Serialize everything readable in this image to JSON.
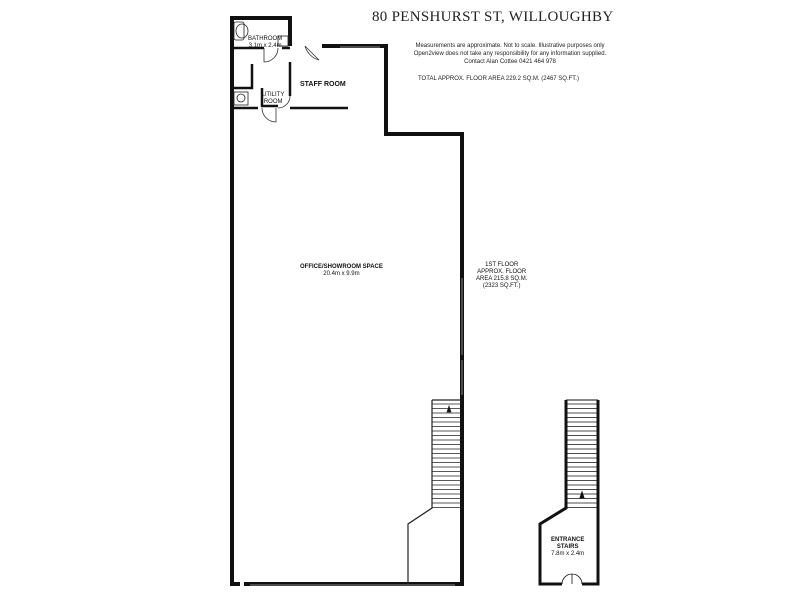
{
  "title": "80 PENSHURST ST, WILLOUGHBY",
  "disclaimer": [
    "Measurements are approximate. Not to scale. Illustrative purposes only",
    "Open2view does not take any responsibility for any information supplied.",
    "Contact Alan Cottee 0421 464 978"
  ],
  "total_area": "TOTAL APPROX. FLOOR AREA 229.2 SQ.M. (2467 SQ.FT.)",
  "rooms": {
    "bathroom": {
      "name": "BATHROOM",
      "size": "3.1m x 2.4m"
    },
    "staff_room": {
      "name": "STAFF ROOM"
    },
    "utility_room": {
      "name_line1": "UTILITY",
      "name_line2": "ROOM"
    },
    "office": {
      "name": "OFFICE/SHOWROOM SPACE",
      "size": "20.4m x 9.9m"
    },
    "entrance_stairs": {
      "name_line1": "ENTRANCE",
      "name_line2": "STAIRS",
      "size": "7.8m x 2.4m"
    }
  },
  "floor_area": {
    "line1": "1ST FLOOR",
    "line2": "APPROX. FLOOR",
    "line3": "AREA 215.8 SQ.M.",
    "line4": "(2323 SQ.FT.)"
  }
}
